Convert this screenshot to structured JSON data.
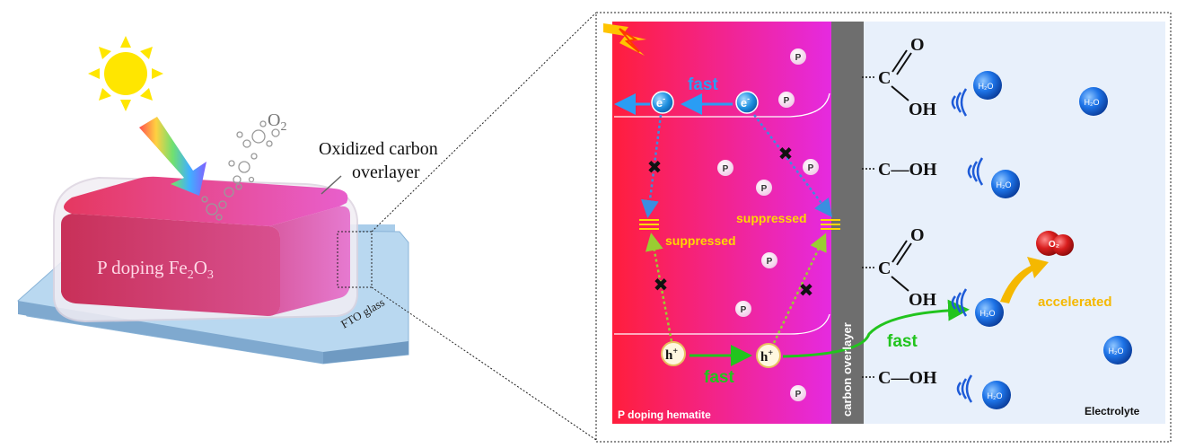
{
  "left": {
    "o2_label": "O",
    "o2_sub": "2",
    "overlayer_line1": "Oxidized carbon",
    "overlayer_line2": "overlayer",
    "film_main": "P doping Fe",
    "film_sub1": "2",
    "film_mid": "O",
    "film_sub2": "3",
    "substrate": "FTO glass"
  },
  "right": {
    "region_hematite": "P doping hematite",
    "region_overlayer": "carbon overlayer",
    "region_electrolyte": "Electrolyte",
    "electron": "e",
    "electron_sup": "-",
    "hole": "h",
    "hole_sup": "+",
    "phosphorus": "P",
    "water_label": "H₂O",
    "oxygen_label": "O₂",
    "fast": "fast",
    "suppressed": "suppressed",
    "accelerated": "accelerated",
    "atom_C": "C",
    "atom_O": "O",
    "group_OH": "OH",
    "group_C_OH": "C—OH",
    "bond_double": "=",
    "bond_single": "|"
  },
  "colors": {
    "hematite_start": "#ff1e3c",
    "hematite_end": "#e52ae0",
    "overlayer": "#6e6e6e",
    "electrolyte": "#e8f0fb",
    "electron": "#1e90e0",
    "hole_path": "#9acd32",
    "fast_green": "#22c41e",
    "fast_blue": "#2a9df4",
    "suppressed": "#ffd700",
    "accelerated": "#f5b800",
    "water": "#1e74e8",
    "oxygen": "#d91e1e",
    "substrate": "#a9cdea",
    "film": "#e0608a",
    "sun": "#ffe600"
  },
  "icons": [
    "sun-icon",
    "light-beam-icon",
    "bubble-icon",
    "cross-icon",
    "energy-level-icon",
    "lightning-icon",
    "wave-icon"
  ]
}
